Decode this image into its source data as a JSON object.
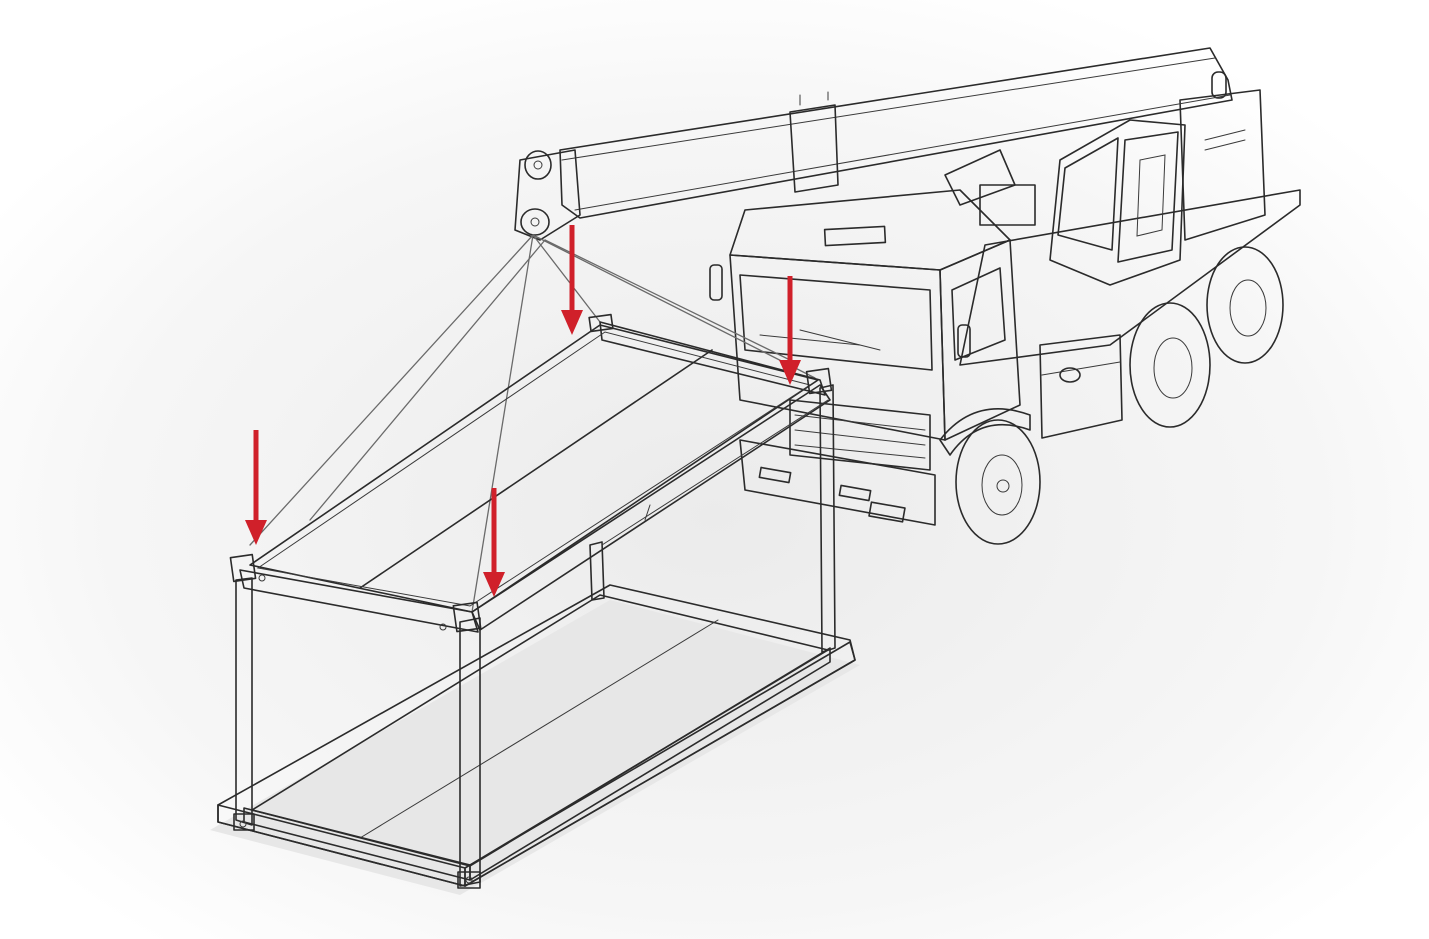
{
  "colors": {
    "background": "#ffffff",
    "floor_shadow": "#e6e6e6",
    "outline": "#2b2b2b",
    "surface_light": "#f7f7f7",
    "surface_mid": "#e9e9e9",
    "surface_dark": "#cfcfcf",
    "arrow": "#d0202a"
  },
  "scene": {
    "subject": "crane-truck-lifting-container-frame",
    "arrows": [
      {
        "id": "arrow-rear-left-corner",
        "points_to": "rear-left-top-corner"
      },
      {
        "id": "arrow-front-left-corner",
        "points_to": "front-left-top-corner"
      },
      {
        "id": "arrow-front-right-corner",
        "points_to": "front-right-top-corner"
      },
      {
        "id": "arrow-rear-right-corner",
        "points_to": "rear-right-top-corner"
      }
    ],
    "sling_count": 4
  }
}
